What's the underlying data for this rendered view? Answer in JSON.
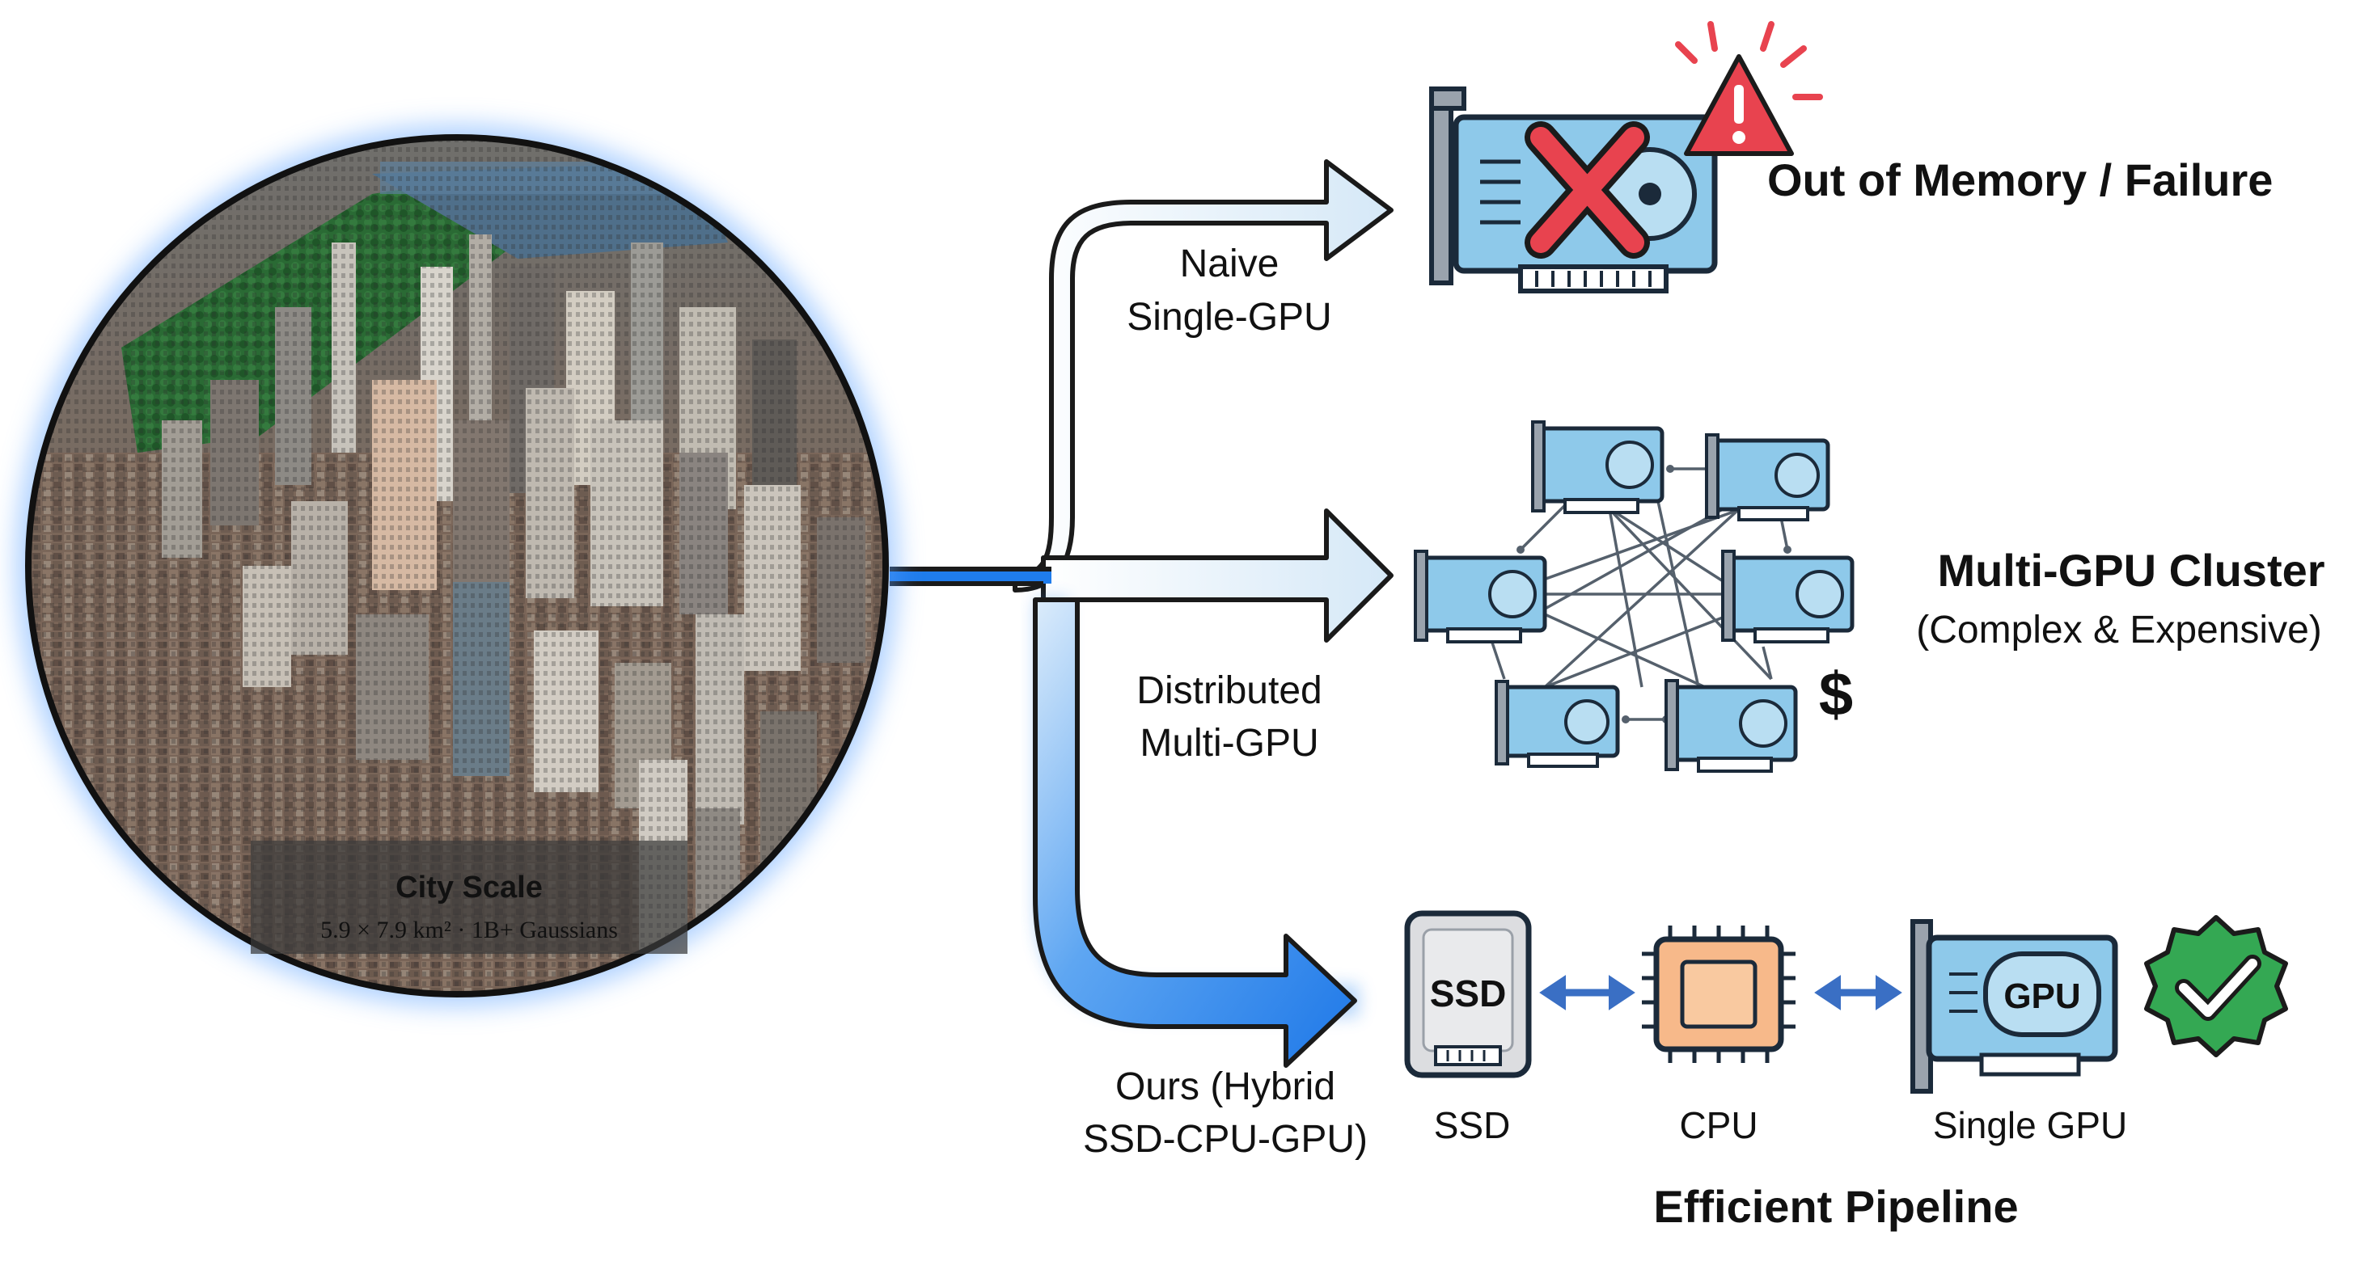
{
  "city": {
    "title": "City Scale",
    "subtitle": "5.9 × 7.9 km² · 1B+ Gaussians"
  },
  "paths": {
    "naive": [
      "Naive",
      "Single-GPU"
    ],
    "distributed": [
      "Distributed",
      "Multi-GPU"
    ],
    "ours": [
      "Ours (Hybrid",
      "SSD-CPU-GPU)"
    ]
  },
  "outcomes": {
    "failure": "Out of Memory / Failure",
    "cluster_title": "Multi-GPU Cluster",
    "cluster_subtitle": "(Complex & Expensive)",
    "dollar": "$",
    "pipeline_title": "Efficient Pipeline"
  },
  "pipeline": {
    "ssd_chip": "SSD",
    "gpu_chip": "GPU",
    "labels": [
      "SSD",
      "CPU",
      "Single GPU"
    ]
  },
  "colors": {
    "failure_red": "#e0323f",
    "pipeline_blue": "#1f3f73",
    "gpu_blue": "#8ec9ea",
    "arrow_blue": "#1e78e8",
    "check_green": "#34a853",
    "cpu_orange": "#f7b98a",
    "warning_red": "#e8434f"
  },
  "icons": {
    "failure_gpu": "gpu-card-crossed-icon",
    "warning": "warning-triangle-icon",
    "check": "check-badge-icon"
  }
}
